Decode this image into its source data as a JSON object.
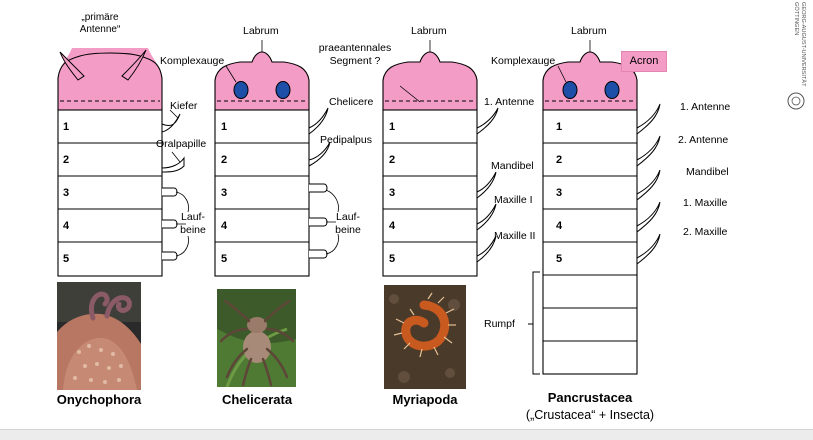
{
  "colors": {
    "head": "#f39cc6",
    "eye": "#1d4fa8",
    "outline": "#000000"
  },
  "segment_numbers": [
    "1",
    "2",
    "3",
    "4",
    "5"
  ],
  "onychophora": {
    "antenna_label": "„primäre Antenne“",
    "labels": {
      "kiefer": "Kiefer",
      "oralpapille": "Oralpapille",
      "laufbeine": "Lauf-\nbeine"
    },
    "name": "Onychophora"
  },
  "chelicerata": {
    "labels": {
      "labrum": "Labrum",
      "komplexauge": "Komplexauge",
      "chelicere": "Chelicere",
      "pedipalpus": "Pedipalpus",
      "laufbeine": "Lauf-\nbeine"
    },
    "name": "Chelicerata"
  },
  "myriapoda": {
    "labels": {
      "labrum": "Labrum",
      "praeantennal": "praeantennales\nSegment ?",
      "antenne": "1. Antenne",
      "mandibel": "Mandibel",
      "maxille1": "Maxille I",
      "maxille2": "Maxille II"
    },
    "name": "Myriapoda"
  },
  "pancrustacea": {
    "labels": {
      "labrum": "Labrum",
      "komplexauge": "Komplexauge",
      "acron": "Acron",
      "antenne1": "1. Antenne",
      "antenne2": "2. Antenne",
      "mandibel": "Mandibel",
      "maxille1": "1. Maxille",
      "maxille2": "2. Maxille",
      "rumpf": "Rumpf"
    },
    "name": "Pancrustacea",
    "subtitle": "(„Crustacea“ + Insecta)"
  },
  "logo": {
    "text": "GEORG-AUGUST-UNIVERSITÄT\nGÖTTINGEN",
    "icon": "university-seal-icon"
  }
}
